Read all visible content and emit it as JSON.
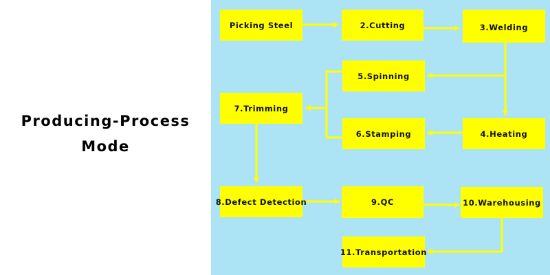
{
  "title": "Producing-Process\nMode",
  "colors": {
    "panel": "#ace4f6",
    "node": "#ffff00",
    "arrow": "#ffff00"
  },
  "steps": [
    "Picking Steel",
    "2.Cutting",
    "3.Welding",
    "4.Heating",
    "5.Spinning",
    "6.Stamping",
    "7.Trimming",
    "8.Defect Detection",
    "9.QC",
    "10.Warehousing",
    "11.Transportation"
  ]
}
